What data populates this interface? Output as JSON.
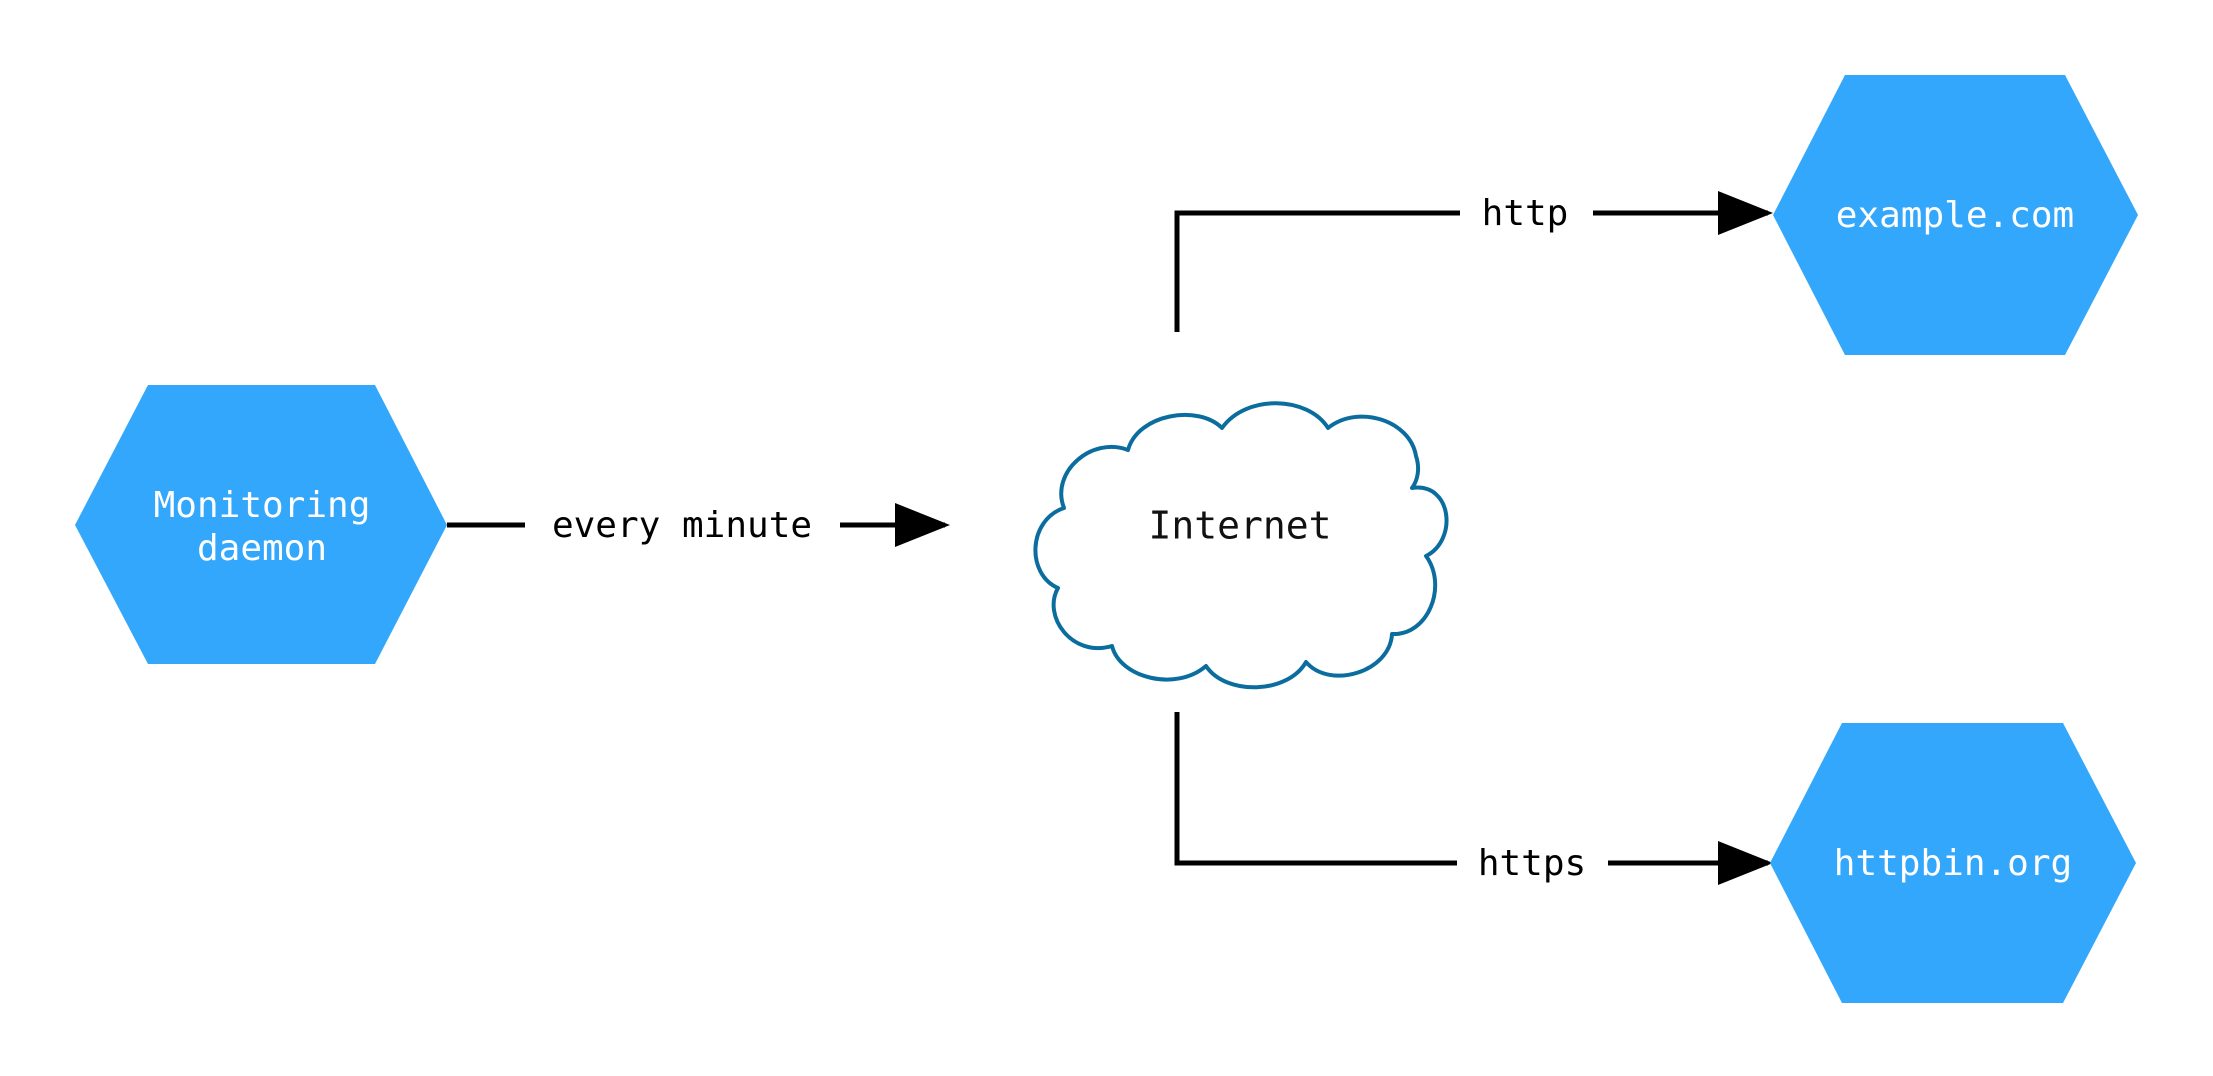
{
  "diagram": {
    "type": "network-flow-diagram",
    "background_color": "#ffffff",
    "node_fill_color": "#33a7fc",
    "node_text_color": "#ffffff",
    "cloud_stroke_color": "#0b6d9e",
    "edge_color": "#000000",
    "nodes": [
      {
        "id": "monitoring-daemon",
        "shape": "hexagon",
        "label_line1": "Monitoring",
        "label_line2": "daemon"
      },
      {
        "id": "internet",
        "shape": "cloud",
        "label": "Internet"
      },
      {
        "id": "example-com",
        "shape": "hexagon",
        "label": "example.com"
      },
      {
        "id": "httpbin-org",
        "shape": "hexagon",
        "label": "httpbin.org"
      }
    ],
    "edges": [
      {
        "id": "daemon-to-internet",
        "from": "monitoring-daemon",
        "to": "internet",
        "label": "every minute"
      },
      {
        "id": "internet-to-example",
        "from": "internet",
        "to": "example-com",
        "label": "http"
      },
      {
        "id": "internet-to-httpbin",
        "from": "internet",
        "to": "httpbin-org",
        "label": "https"
      }
    ]
  }
}
